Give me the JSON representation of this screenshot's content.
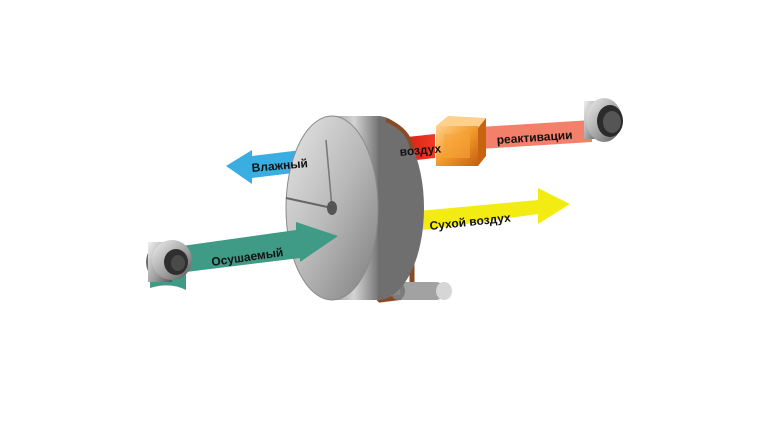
{
  "labels": {
    "wet": "Влажный",
    "dehumidified": "Осушаемый",
    "air_reactivation": "воздух",
    "reactivation": "реактивации",
    "dry_air": "Сухой воздух"
  },
  "colors": {
    "wet_air": "#3aaee0",
    "process_air": "#3f9a86",
    "reactivation_air": "#e0241c",
    "reactivation_light": "#f2806a",
    "dry_air": "#f2ec12",
    "wheel": "#a8a8a8",
    "belt": "#8a4a26"
  }
}
